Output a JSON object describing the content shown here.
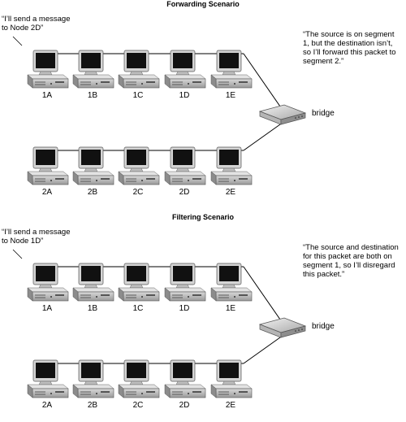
{
  "scenarios": [
    {
      "title": "Forwarding Scenario",
      "sender_quote": [
        "“I’ll send a message",
        "to Node 2D”"
      ],
      "bridge_quote": [
        "“The source is on segment",
        "1, but the destination isn’t,",
        "so I’ll forward this packet to",
        "segment 2.”"
      ],
      "bridge_label": "bridge",
      "segment1_nodes": [
        "1A",
        "1B",
        "1C",
        "1D",
        "1E"
      ],
      "segment2_nodes": [
        "2A",
        "2B",
        "2C",
        "2D",
        "2E"
      ]
    },
    {
      "title": "Filtering Scenario",
      "sender_quote": [
        "“I’ll send a message",
        "to Node 1D”"
      ],
      "bridge_quote": [
        "“The source and destination",
        "for this packet are both on",
        "segment 1, so I’ll disregard",
        "this packet.”"
      ],
      "bridge_label": "bridge",
      "segment1_nodes": [
        "1A",
        "1B",
        "1C",
        "1D",
        "1E"
      ],
      "segment2_nodes": [
        "2A",
        "2B",
        "2C",
        "2D",
        "2E"
      ]
    }
  ],
  "icons": {
    "node": "desktop-computer-icon",
    "bridge": "network-bridge-icon"
  }
}
